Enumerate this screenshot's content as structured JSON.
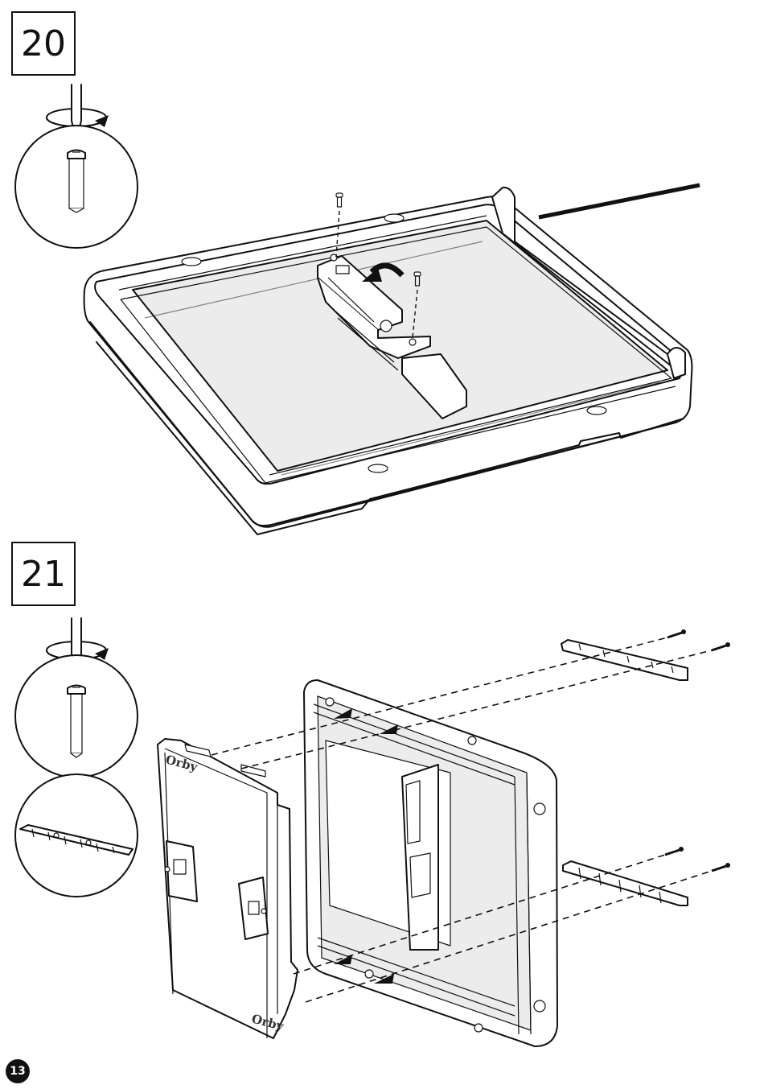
{
  "page": {
    "number": "13"
  },
  "steps": [
    {
      "number": "20"
    },
    {
      "number": "21"
    }
  ],
  "cabinet_door": {
    "logo_top": "Orby",
    "logo_bottom": "Orby"
  },
  "icons": {
    "screwdriver": "screwdriver-rotate-icon",
    "screw_short": "short-screw-icon",
    "screw_long": "long-screw-icon",
    "hinge_rail": "hinge-rail-icon"
  }
}
